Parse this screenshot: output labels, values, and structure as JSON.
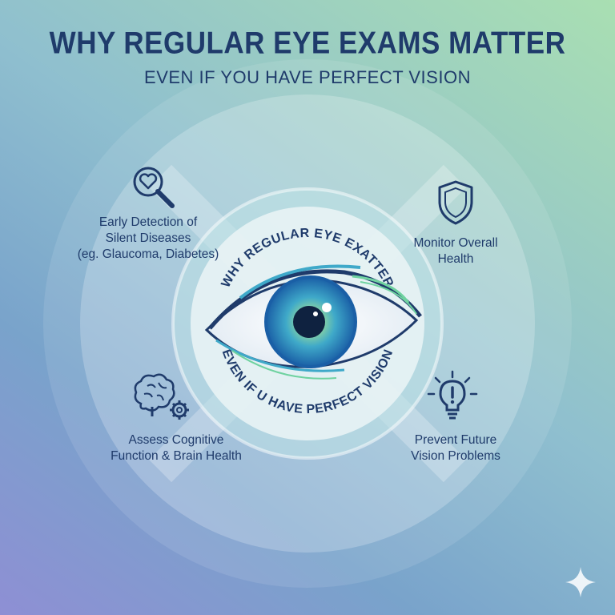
{
  "header": {
    "title": "WHY REGULAR EYE EXAMS MATTER",
    "subtitle": "EVEN IF YOU HAVE PERFECT VISION"
  },
  "center_ring": {
    "top_text": "WHY REGULAR EYE EXATTER",
    "bottom_text": "EVEN IF U HAVE PERFECT VISION"
  },
  "segments": [
    {
      "id": "early-detection",
      "lines": [
        "Early Detection of",
        "Silent Diseases",
        "(eg. Glaucoma, Diabetes)"
      ],
      "icon": "magnifier-heart-icon"
    },
    {
      "id": "monitor-health",
      "lines": [
        "Monitor Overall",
        "Health"
      ],
      "icon": "shield-icon"
    },
    {
      "id": "cognitive",
      "lines": [
        "Assess Cognitive",
        "Function & Brain Health"
      ],
      "icon": "brain-gear-icon"
    },
    {
      "id": "prevent",
      "lines": [
        "Prevent Future",
        "Vision Problems"
      ],
      "icon": "lightbulb-icon"
    }
  ],
  "colors": {
    "text": "#1f3b6b",
    "iris_outer": "#1c6fb3",
    "iris_inner": "#5bc0b0",
    "accent_green": "#6fd2a0"
  }
}
